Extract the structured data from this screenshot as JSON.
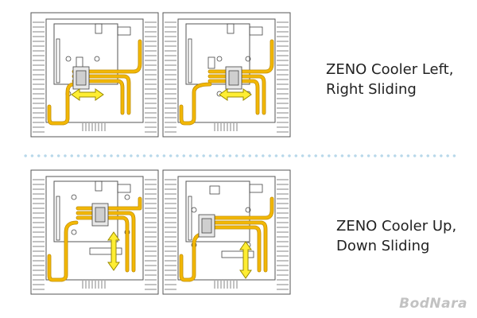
{
  "captions": {
    "horizontal": {
      "line1": "ZENO Cooler Left,",
      "line2": "Right Sliding"
    },
    "vertical": {
      "line1": "ZENO Cooler Up,",
      "line2": "Down Sliding"
    }
  },
  "logo": "BodNara",
  "colors": {
    "heatpipe": "#f2b705",
    "heatpipe_edge": "#b88600",
    "arrow": "#ffee33",
    "arrow_edge": "#9a8a00",
    "line": "#555555",
    "dots": "#b8d8ea"
  },
  "icons": {
    "arrow_horizontal": "double-arrow-left-right",
    "arrow_vertical": "double-arrow-up-down"
  }
}
